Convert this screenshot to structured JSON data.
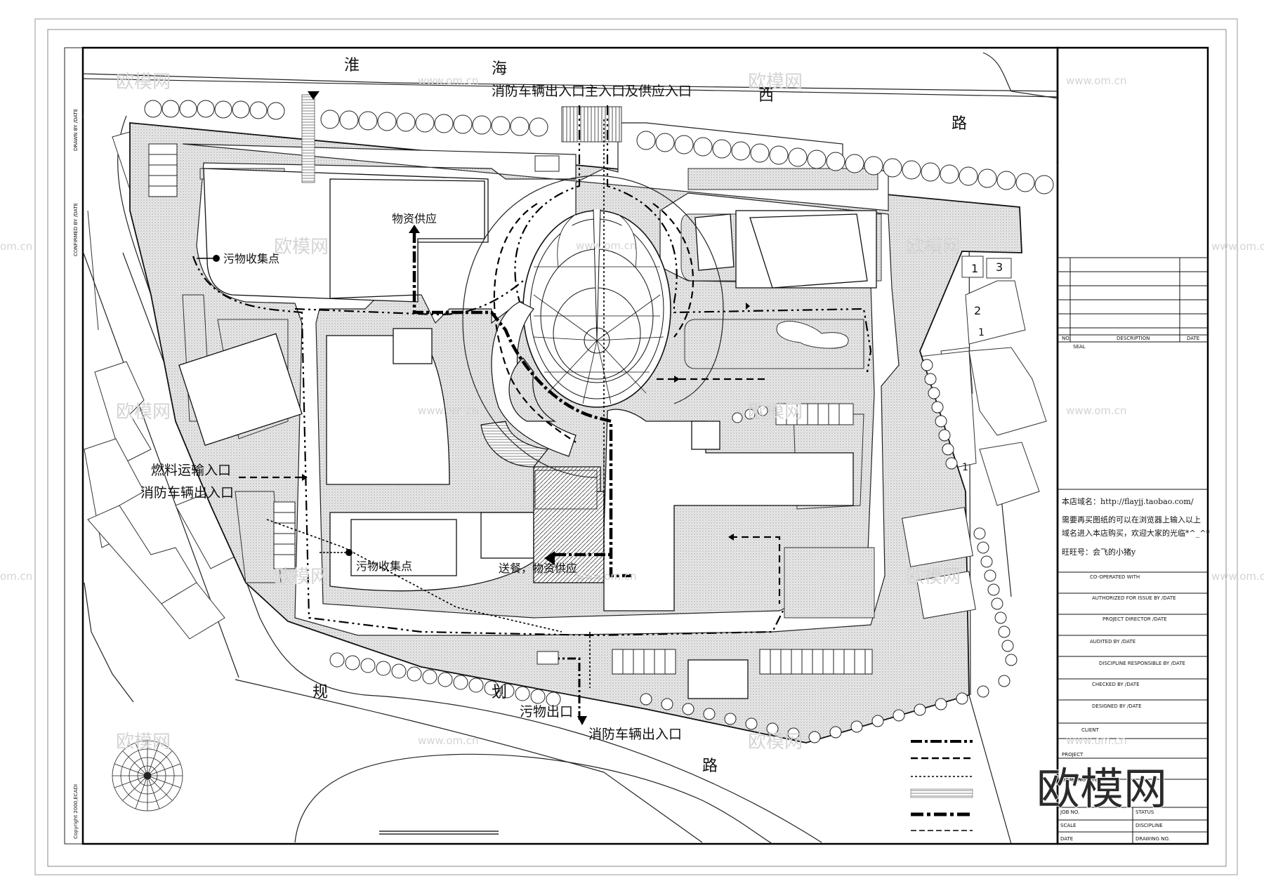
{
  "roads": {
    "north_chars": [
      "淮",
      "海",
      "西",
      "路"
    ],
    "south_chars": [
      "规",
      "划",
      "路"
    ]
  },
  "labels": {
    "main_entrance": "消防车辆出入口主入口及供应入口",
    "supply": "物资供应",
    "waste_point_top": "污物收集点",
    "waste_point_bottom": "污物收集点",
    "fuel_entrance": "燃料运输入口",
    "fire_entrance_west": "消防车辆出入口",
    "food_supply": "送餐，物资供应",
    "waste_exit": "污物出口",
    "fire_entrance_south": "消防车辆出入口",
    "bldg_no": [
      "1",
      "3",
      "2",
      "1",
      "1"
    ]
  },
  "store": {
    "url_line": "本店域名：http://flayjj.taobao.com/",
    "line2": "需要再买图纸的可以在浏览器上输入以上",
    "line3": "域名进入本店购买，欢迎大家的光临*^_^*",
    "line4": "旺旺号：会飞的小猪y"
  },
  "title_block": {
    "rev_headers": [
      "NO.",
      "DESCRIPTION",
      "DATE"
    ],
    "seal": "SEAL",
    "co_operated": "CO-OPERATED WITH",
    "rows": [
      "AUTHORIZED FOR ISSUE BY /DATE",
      "PROJECT DIRECTOR /DATE",
      "AUDITED BY /DATE",
      "DISCIPLINE RESPONSIBLE BY /DATE",
      "CHECKED BY /DATE",
      "DESIGNED BY /DATE"
    ],
    "client": "CLIENT",
    "project": "PROJECT",
    "drawing_title": "DRAWING TITLE",
    "job_no": "JOB NO.",
    "status": "STATUS",
    "scale": "SCALE",
    "discipline": "DISCIPLINE",
    "date": "DATE",
    "drawing_no": "DRAWING NO."
  },
  "margin_labels": {
    "drawn": "DRAWN BY /DATE",
    "confirmed": "CONFIRMED BY /DATE",
    "copyright": "Copyright 2000,ECADI"
  },
  "watermark": {
    "brand": "欧模网",
    "url": "www.om.cn",
    "url_frag": "om.cn"
  }
}
